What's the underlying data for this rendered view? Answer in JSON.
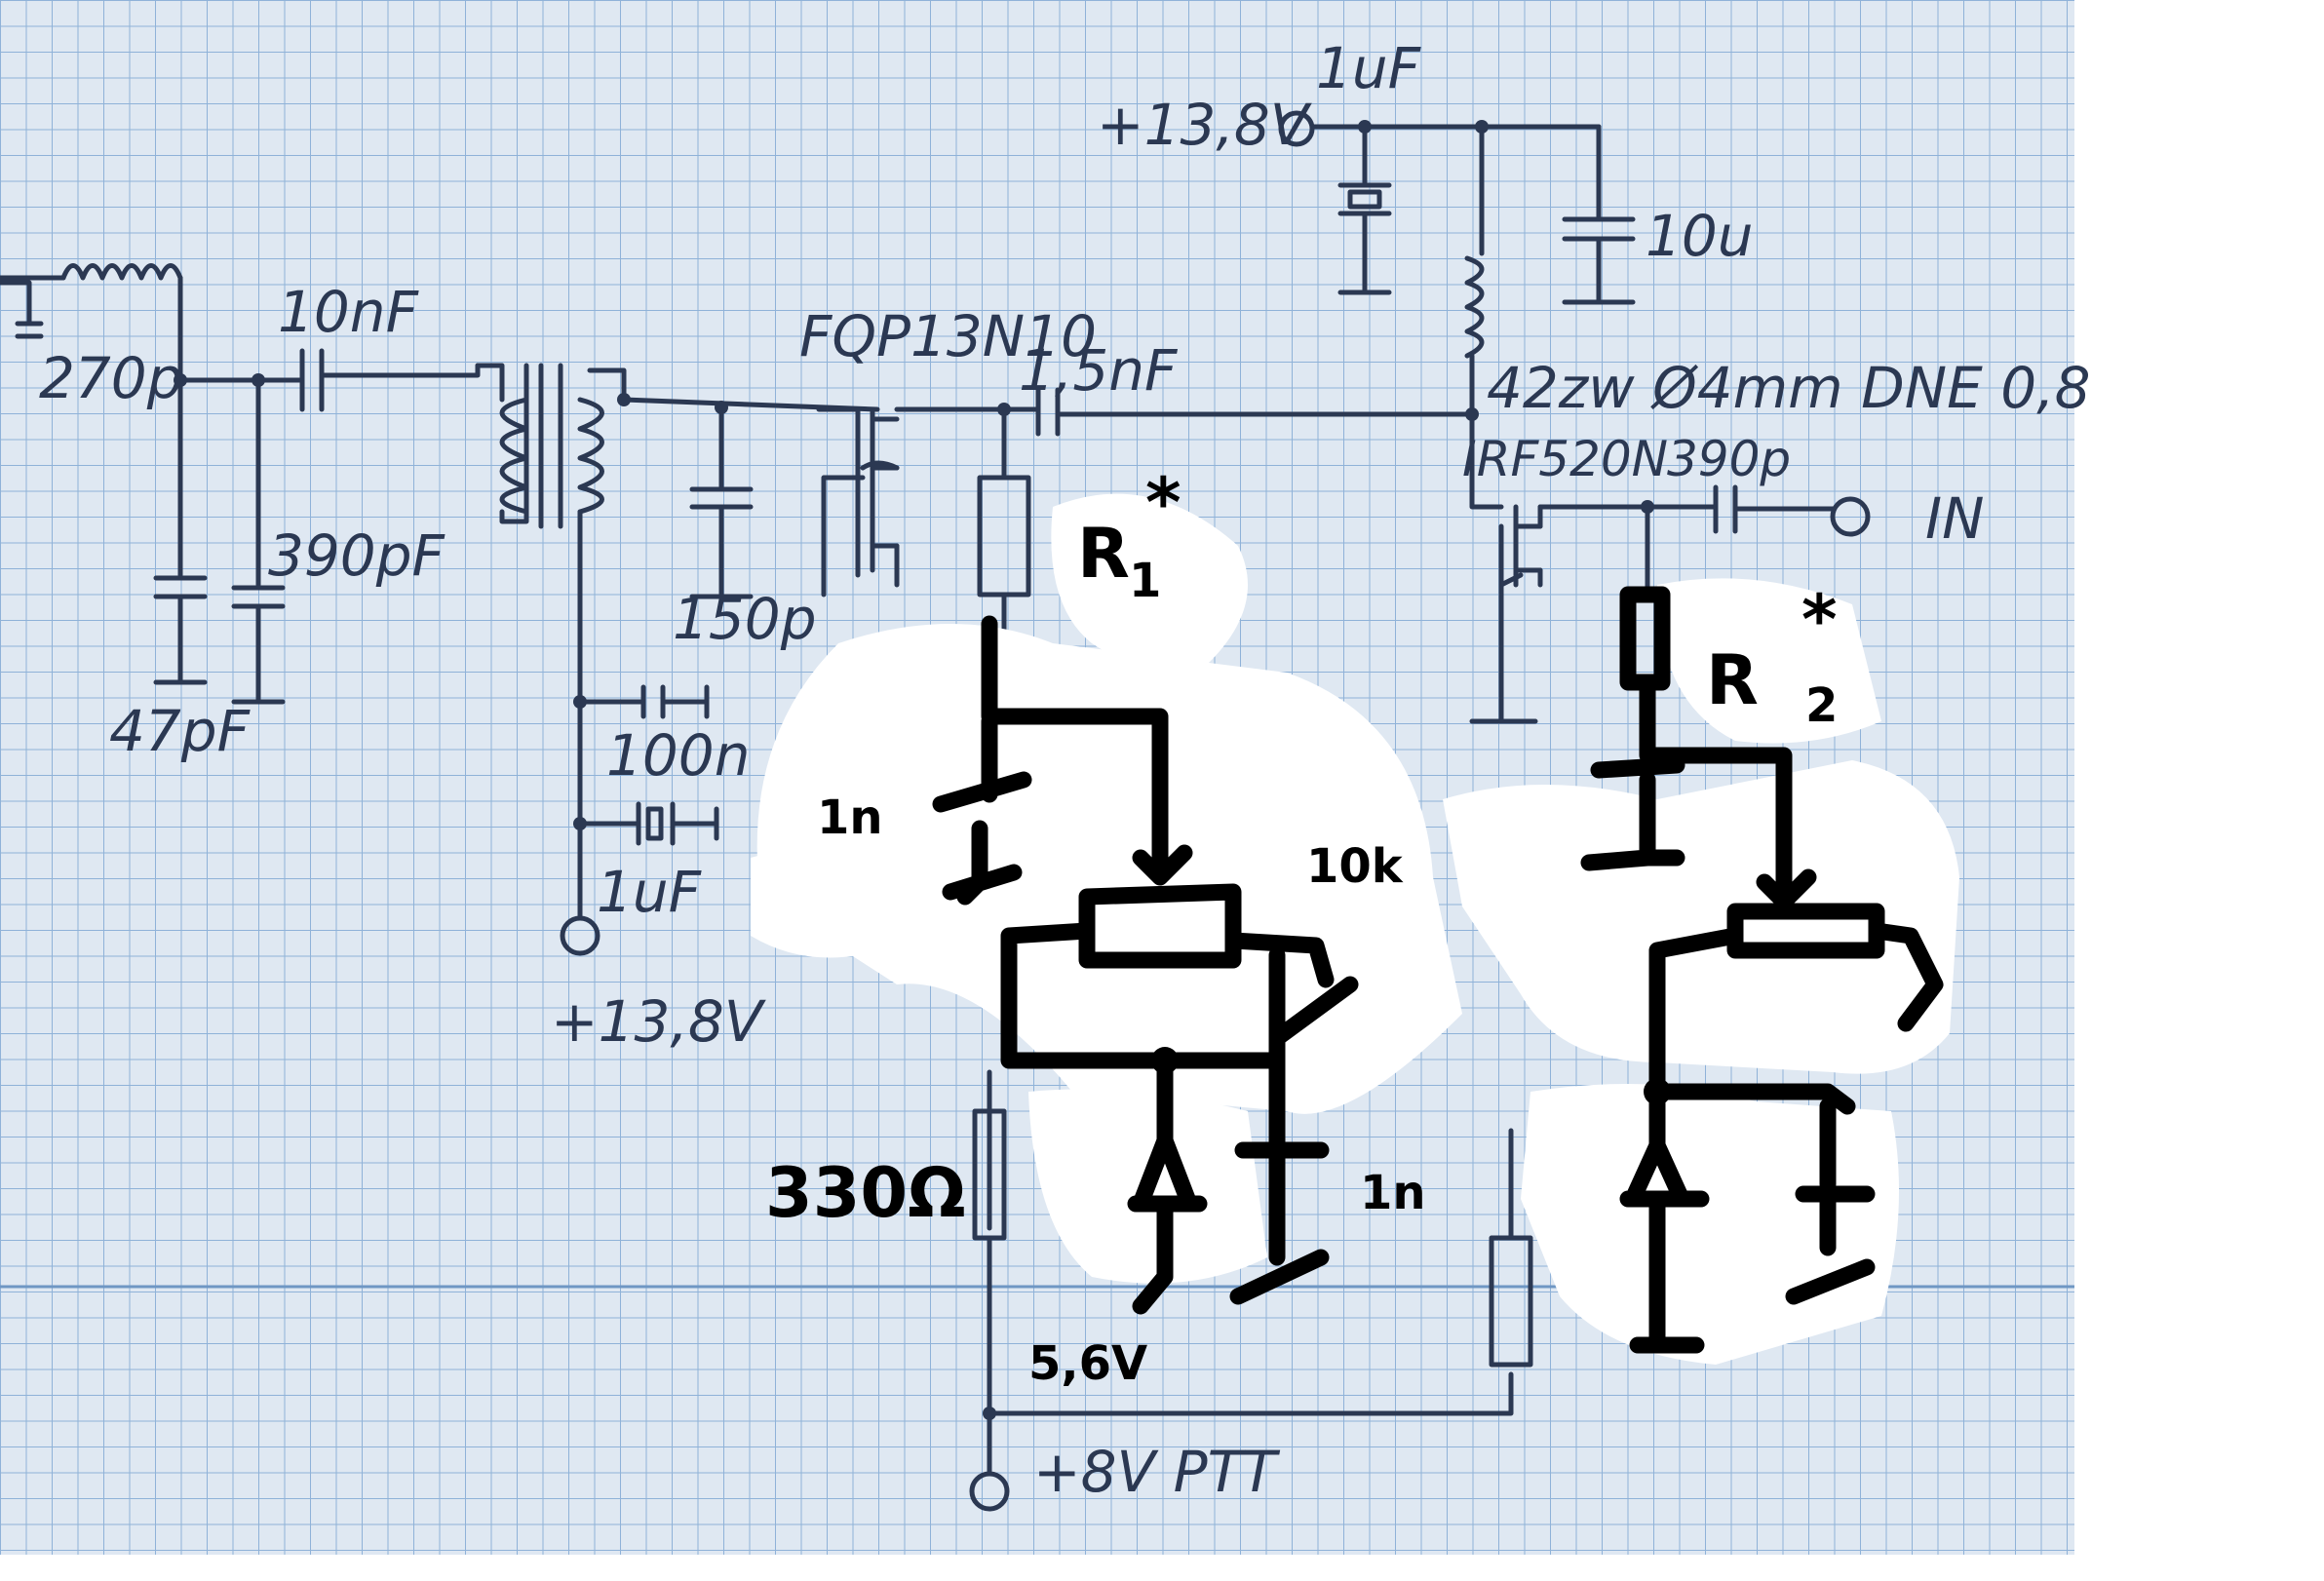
{
  "labels": {
    "supply_top": "+13,8V",
    "cap_1uF_top": "1uF",
    "cap_10u": "10u",
    "coil_note": "42zw Ø4mm DNE 0,8",
    "cap_10nF": "10nF",
    "transistor_1": "FQP13N10",
    "cap_1_5nF": "1,5nF",
    "cap_270p": "270p",
    "cap_390pF": "390pF",
    "cap_47pF": "47pF",
    "cap_150p": "150p",
    "cap_100n": "100n",
    "cap_1uF_bottom": "1uF",
    "supply_bottom": "+13,8V",
    "transistor_2": "IRF520N",
    "cap_390p": "390p",
    "input": "IN",
    "r1": "R",
    "r1_sub": "1",
    "r1_star": "*",
    "r2": "R",
    "r2_sub": "2",
    "r2_star": "*",
    "cap_1n_left": "1n",
    "pot_10k": "10k",
    "res_330": "330Ω",
    "cap_1n_mid": "1n",
    "zener": "5,6V",
    "ptt": "+8V PTT"
  },
  "colors": {
    "grid_line": "#8fb2d8",
    "grid_major": "#6f97c4",
    "paper": "#dfe8f2",
    "ink": "#2b3852",
    "marker": "#000000"
  }
}
